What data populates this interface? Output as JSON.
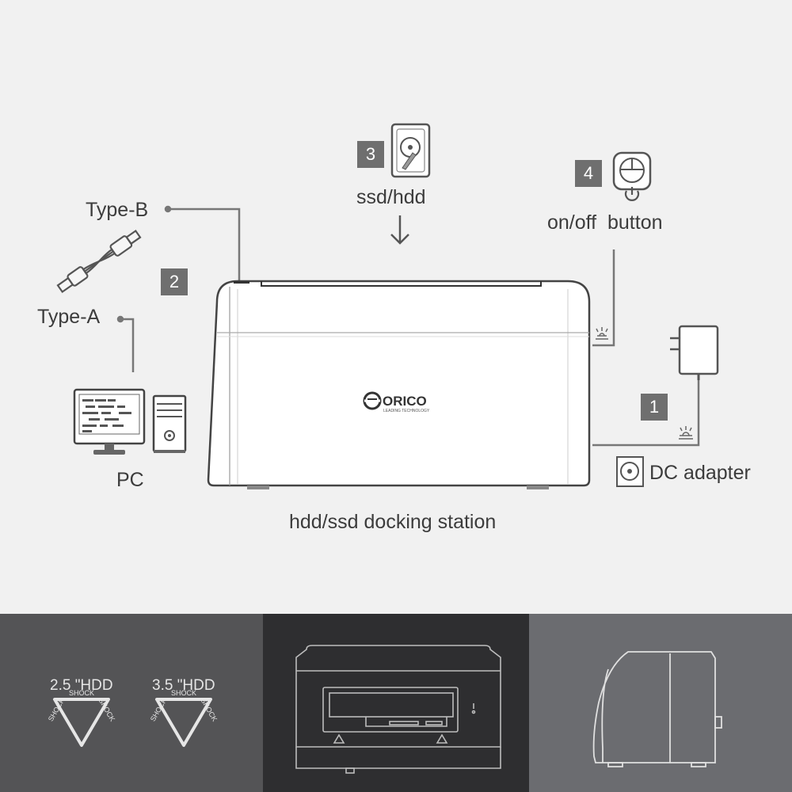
{
  "labels": {
    "type_b": "Type-B",
    "type_a": "Type-A",
    "pc": "PC",
    "ssd_hdd": "ssd/hdd",
    "on_off_button": "on/off  button",
    "dc_adapter": "DC adapter",
    "dock_caption": "hdd/ssd docking station",
    "brand": "ORICO",
    "brand_tagline": "LEADING TECHNOLOGY"
  },
  "steps": {
    "one": "1",
    "two": "2",
    "three": "3",
    "four": "4"
  },
  "shock": {
    "hdd25": "2.5 \"HDD",
    "hdd35": "3.5 \"HDD",
    "word": "SHOCK"
  },
  "panels": {
    "left_bg": "#545456",
    "middle_bg": "#2e2e30",
    "right_bg": "#6b6c70"
  },
  "icons": [
    "usb-cable-icon",
    "pc-monitor-icon",
    "pc-tower-icon",
    "hdd-icon",
    "power-button-icon",
    "power-symbol-icon",
    "power-adapter-icon",
    "dc-port-icon",
    "shock-triangle-icon"
  ]
}
